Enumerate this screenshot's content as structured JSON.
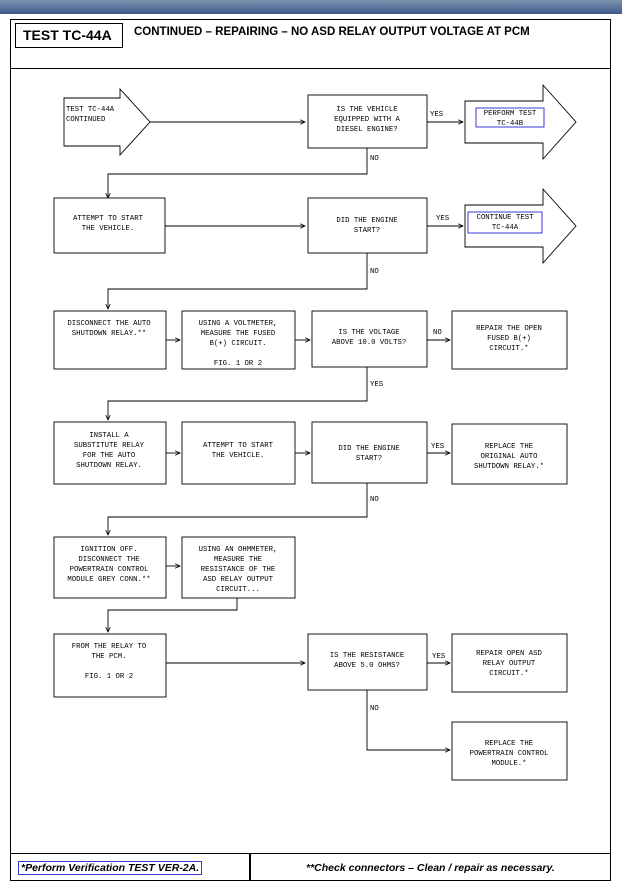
{
  "header": {
    "test_id": "TEST TC-44A",
    "title": "CONTINUED – REPAIRING – NO ASD RELAY OUTPUT VOLTAGE AT PCM"
  },
  "labels": {
    "yes": "YES",
    "no": "NO"
  },
  "nodes": {
    "n1": [
      "TEST TC-44A",
      "CONTINUED"
    ],
    "q1": [
      "IS THE VEHICLE",
      "EQUIPPED WITH A",
      "DIESEL ENGINE?"
    ],
    "a1": [
      "PERFORM TEST",
      "TC-44B"
    ],
    "n2": [
      "ATTEMPT TO START",
      "THE VEHICLE."
    ],
    "q2": [
      "DID THE ENGINE",
      "START?"
    ],
    "a2": [
      "CONTINUE TEST",
      "TC-44A"
    ],
    "n3": [
      "DISCONNECT THE AUTO",
      "SHUTDOWN RELAY.**"
    ],
    "n4": [
      "USING A VOLTMETER,",
      "MEASURE THE FUSED",
      "B(+) CIRCUIT.",
      "",
      "FIG. 1 OR 2"
    ],
    "q3": [
      "IS THE VOLTAGE",
      "ABOVE 10.0 VOLTS?"
    ],
    "a3": [
      "REPAIR THE OPEN",
      "FUSED B(+)",
      "CIRCUIT.*"
    ],
    "n5": [
      "INSTALL A",
      "SUBSTITUTE RELAY",
      "FOR THE AUTO",
      "SHUTDOWN RELAY."
    ],
    "n6": [
      "ATTEMPT TO START",
      "THE VEHICLE."
    ],
    "q4": [
      "DID THE ENGINE",
      "START?"
    ],
    "a4": [
      "REPLACE THE",
      "ORIGINAL AUTO",
      "SHUTDOWN RELAY.*"
    ],
    "n7": [
      "IGNITION OFF.",
      "DISCONNECT THE",
      "POWERTRAIN CONTROL",
      "MODULE GREY CONN.**"
    ],
    "n8": [
      "USING AN OHMMETER,",
      "MEASURE THE",
      "RESISTANCE OF THE",
      "ASD RELAY OUTPUT",
      "CIRCUIT..."
    ],
    "n9": [
      "FROM THE RELAY TO",
      "THE PCM.",
      "",
      "FIG. 1 OR 2"
    ],
    "q5": [
      "IS THE RESISTANCE",
      "ABOVE 5.0 OHMS?"
    ],
    "a5": [
      "REPAIR OPEN ASD",
      "RELAY OUTPUT",
      "CIRCUIT.*"
    ],
    "a6": [
      "REPLACE THE",
      "POWERTRAIN CONTROL",
      "MODULE.*"
    ]
  },
  "footer": {
    "left": "*Perform Verification TEST VER-2A.",
    "right": "**Check connectors – Clean / repair as necessary."
  }
}
